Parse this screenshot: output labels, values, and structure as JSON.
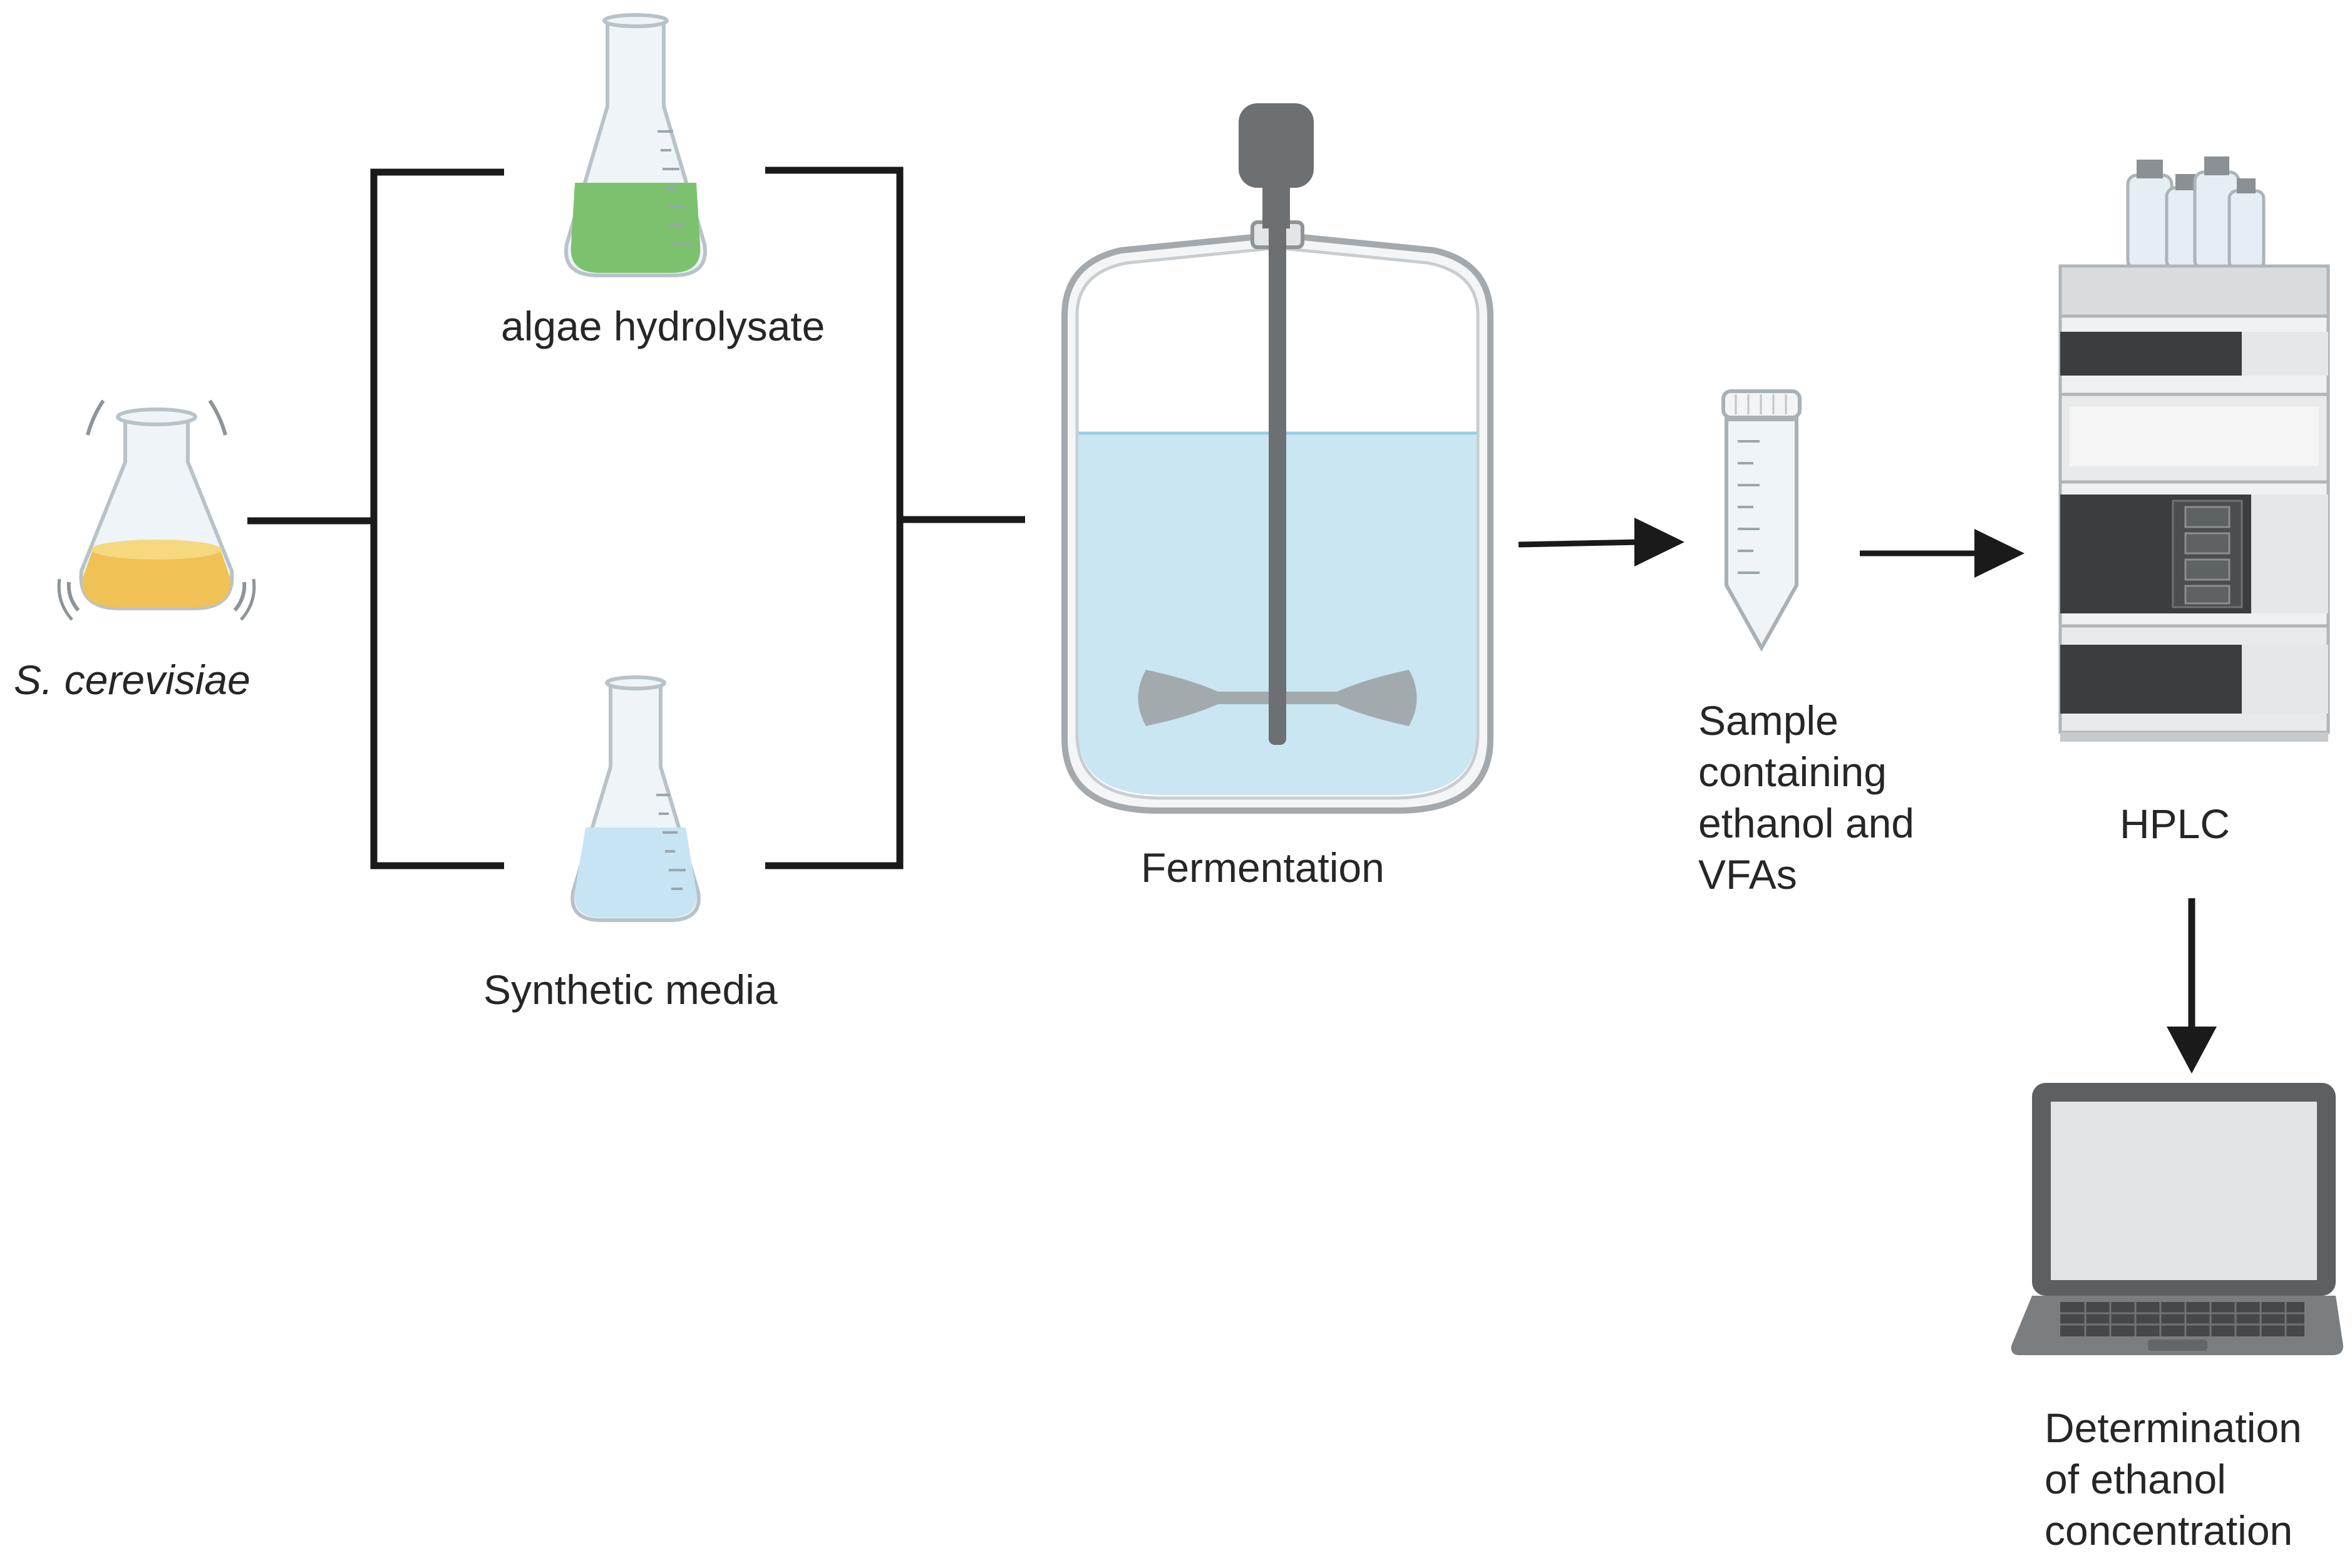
{
  "labels": {
    "yeast": "S. cerevisiae",
    "algae": "algae hydrolysate",
    "synthetic": "Synthetic media",
    "fermentation": "Fermentation",
    "sample_lines": [
      "Sample",
      "containing",
      "ethanol and",
      "VFAs"
    ],
    "hplc": "HPLC",
    "determination_lines": [
      "Determination",
      "of ethanol",
      "concentration"
    ]
  },
  "colors": {
    "line": "#1a1a1a",
    "yeast_culture": "#f0c154",
    "algae_hydrolysate": "#7cc26e",
    "synthetic_media": "#c6e4f3",
    "fermenter_liquid": "#c9e6f2",
    "glass": "#eef4f7"
  },
  "icons": {
    "yeast": "erlenmeyer-flask-shaking-icon",
    "algae": "erlenmeyer-flask-icon",
    "synthetic": "erlenmeyer-flask-icon",
    "fermentation": "stirred-bioreactor-icon",
    "sample": "centrifuge-tube-icon",
    "hplc": "hplc-instrument-icon",
    "computer": "laptop-icon"
  }
}
